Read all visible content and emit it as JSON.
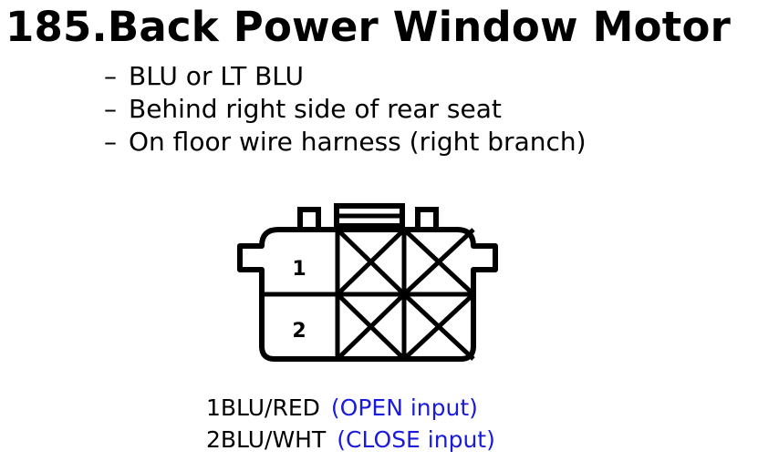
{
  "title": "185.Back Power Window Motor",
  "notes": [
    {
      "dash": "–",
      "text": "BLU or LT BLU"
    },
    {
      "dash": "–",
      "text": "Behind right side of rear seat"
    },
    {
      "dash": "–",
      "text": "On floor wire harness (right branch)"
    }
  ],
  "connector": {
    "cavities": [
      {
        "number": "1"
      },
      {
        "number": "2"
      }
    ]
  },
  "pins": [
    {
      "number": "1",
      "wire": "BLU/RED",
      "function": "(OPEN input)"
    },
    {
      "number": "2",
      "wire": "BLU/WHT",
      "function": "(CLOSE input)"
    }
  ],
  "colors": {
    "function_text": "#1a1adc",
    "outline": "#000000"
  }
}
